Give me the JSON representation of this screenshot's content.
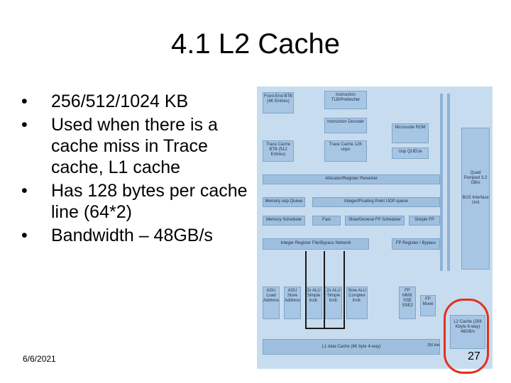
{
  "slide": {
    "title": "4.1 L2 Cache",
    "bullets": [
      "256/512/1024 KB",
      "Used when there is a cache miss in Trace cache, L1 cache",
      "Has 128 bytes per cache line (64*2)",
      "Bandwidth – 48GB/s"
    ],
    "date": "6/6/2021",
    "page_number": "27"
  },
  "diagram": {
    "blocks": {
      "front_end_btb": "Front-End BTB (4K Entries)",
      "itlb": "Instruction TLB/Prefetcher",
      "decoder": "Instruction Decoder",
      "microcode_rom": "Microcode ROM",
      "trace_cache_btb": "Trace Cache BTB (512 Entries)",
      "trace_cache": "Trace Cache 12K uops",
      "uop_queue": "Uop QUEUe",
      "allocator": "Allocator/Register Renamer",
      "quad_pumped": "Quad Pumped 3.2 GB/s",
      "bus_unit": "BUS Interface Unit",
      "memory_uop_queue": "Memory uop Queue",
      "int_fp_uop_queue": "Integer/Floating Point UOP queue",
      "memory_scheduler": "Memory Scheduler",
      "fast": "Fast",
      "slow_fp_scheduler": "Slow/General FP Scheduler",
      "simple_fp": "Simple FP",
      "int_register_file": "Integer Register File/Bypass Network",
      "fp_register": "FP Register / Bypass",
      "agu_load": "AGU Load Address",
      "agu_store": "AGU Store Address",
      "alu_1": "2x ALU Simple Instr.",
      "alu_2": "2x ALU Simple Instr.",
      "slow_alu": "Slow ALU Complex Instr.",
      "fp_mmx": "FP MMX SSE SSE2",
      "fp_move": "FP Move",
      "l1_data_cache": "L1 data Cache (8K byte 4-way)",
      "l1_side_label": "256 bits",
      "l2_cache": "L2 Cache (256 Kbyte 8-way) 48GB/s"
    }
  },
  "colors": {
    "highlight": "#e0321e",
    "diagram_bg": "#c8dcef",
    "block_fill": "#a7c6e4"
  }
}
